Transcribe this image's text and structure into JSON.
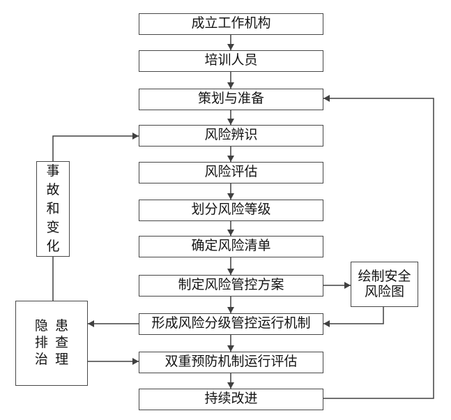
{
  "flowchart": {
    "main_flow": [
      {
        "id": "establish-team",
        "label": "成立工作机构"
      },
      {
        "id": "train-staff",
        "label": "培训人员"
      },
      {
        "id": "plan-prepare",
        "label": "策划与准备"
      },
      {
        "id": "risk-identify",
        "label": "风险辨识"
      },
      {
        "id": "risk-assess",
        "label": "风险评估"
      },
      {
        "id": "risk-grade",
        "label": "划分风险等级"
      },
      {
        "id": "risk-list",
        "label": "确定风险清单"
      },
      {
        "id": "control-plan",
        "label": "制定风险管控方案"
      },
      {
        "id": "control-mechanism",
        "label": "形成风险分级管控运行机制"
      },
      {
        "id": "dual-eval",
        "label": "双重预防机制运行评估"
      },
      {
        "id": "improve",
        "label": "持续改进"
      }
    ],
    "side_nodes": {
      "accident_change": {
        "label": "事故和变化",
        "display": "事\n故\n和\n变\n化"
      },
      "hazard_control": {
        "label": "隐患排查治理",
        "display": "隐 患\n排 查\n治 理"
      },
      "risk_map": {
        "label": "绘制安全风险图",
        "display": "绘制安全\n风险图"
      }
    },
    "colors": {
      "line": "#404040",
      "box_border": "#474747",
      "background": "#ffffff",
      "text": "#141414"
    }
  }
}
